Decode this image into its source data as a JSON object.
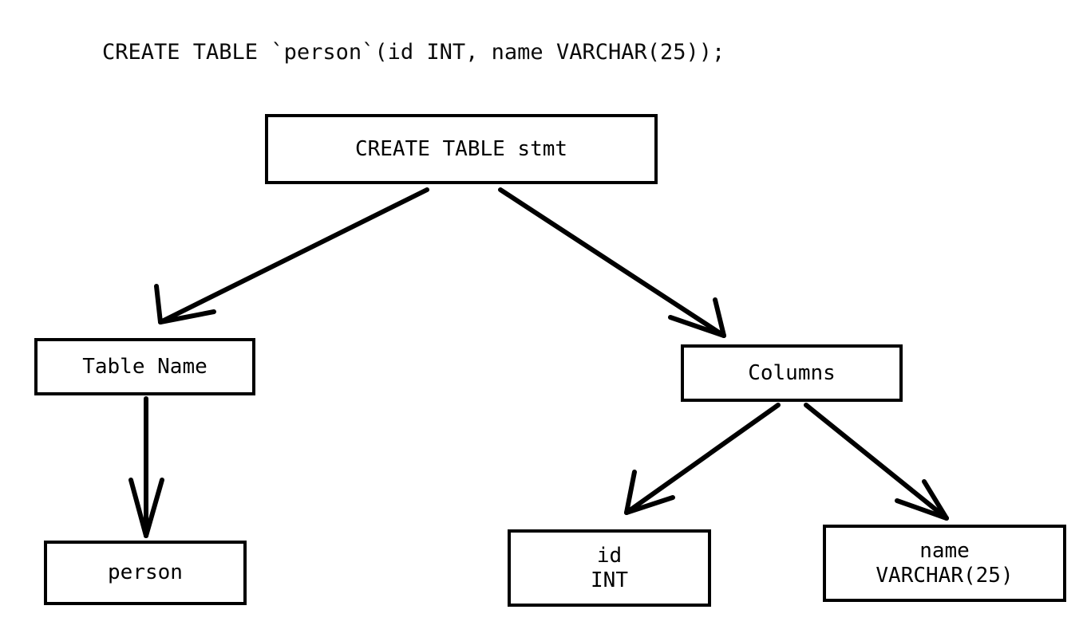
{
  "diagram": {
    "title": "CREATE TABLE `person`(id INT, name VARCHAR(25));",
    "type": "parse-tree",
    "background_color": "#ffffff",
    "stroke_color": "#000000",
    "text_color": "#000000"
  },
  "nodes": {
    "root": {
      "id": "create-table-stmt",
      "label": "CREATE TABLE stmt",
      "lines": [
        "CREATE TABLE stmt"
      ]
    },
    "table_name": {
      "id": "table-name",
      "label": "Table Name",
      "lines": [
        "Table Name"
      ]
    },
    "columns": {
      "id": "columns",
      "label": "Columns",
      "lines": [
        "Columns"
      ]
    },
    "person": {
      "id": "person-value",
      "label": "person",
      "lines": [
        "person"
      ]
    },
    "column_id": {
      "id": "column-id",
      "label": "id INT",
      "lines": [
        "id",
        "INT"
      ],
      "name": "id",
      "datatype": "INT"
    },
    "column_name": {
      "id": "column-name",
      "label": "name VARCHAR(25)",
      "lines": [
        "name",
        "VARCHAR(25)"
      ],
      "name": "name",
      "datatype": "VARCHAR(25)"
    }
  },
  "edges": [
    {
      "id": "edge-root-to-table-name",
      "from": "create-table-stmt",
      "to": "table-name",
      "arrow": "open-v"
    },
    {
      "id": "edge-root-to-columns",
      "from": "create-table-stmt",
      "to": "columns",
      "arrow": "open-v"
    },
    {
      "id": "edge-table-name-to-person",
      "from": "table-name",
      "to": "person-value",
      "arrow": "open-v"
    },
    {
      "id": "edge-columns-to-id",
      "from": "columns",
      "to": "column-id",
      "arrow": "open-v"
    },
    {
      "id": "edge-columns-to-name",
      "from": "columns",
      "to": "column-name",
      "arrow": "open-v"
    }
  ]
}
